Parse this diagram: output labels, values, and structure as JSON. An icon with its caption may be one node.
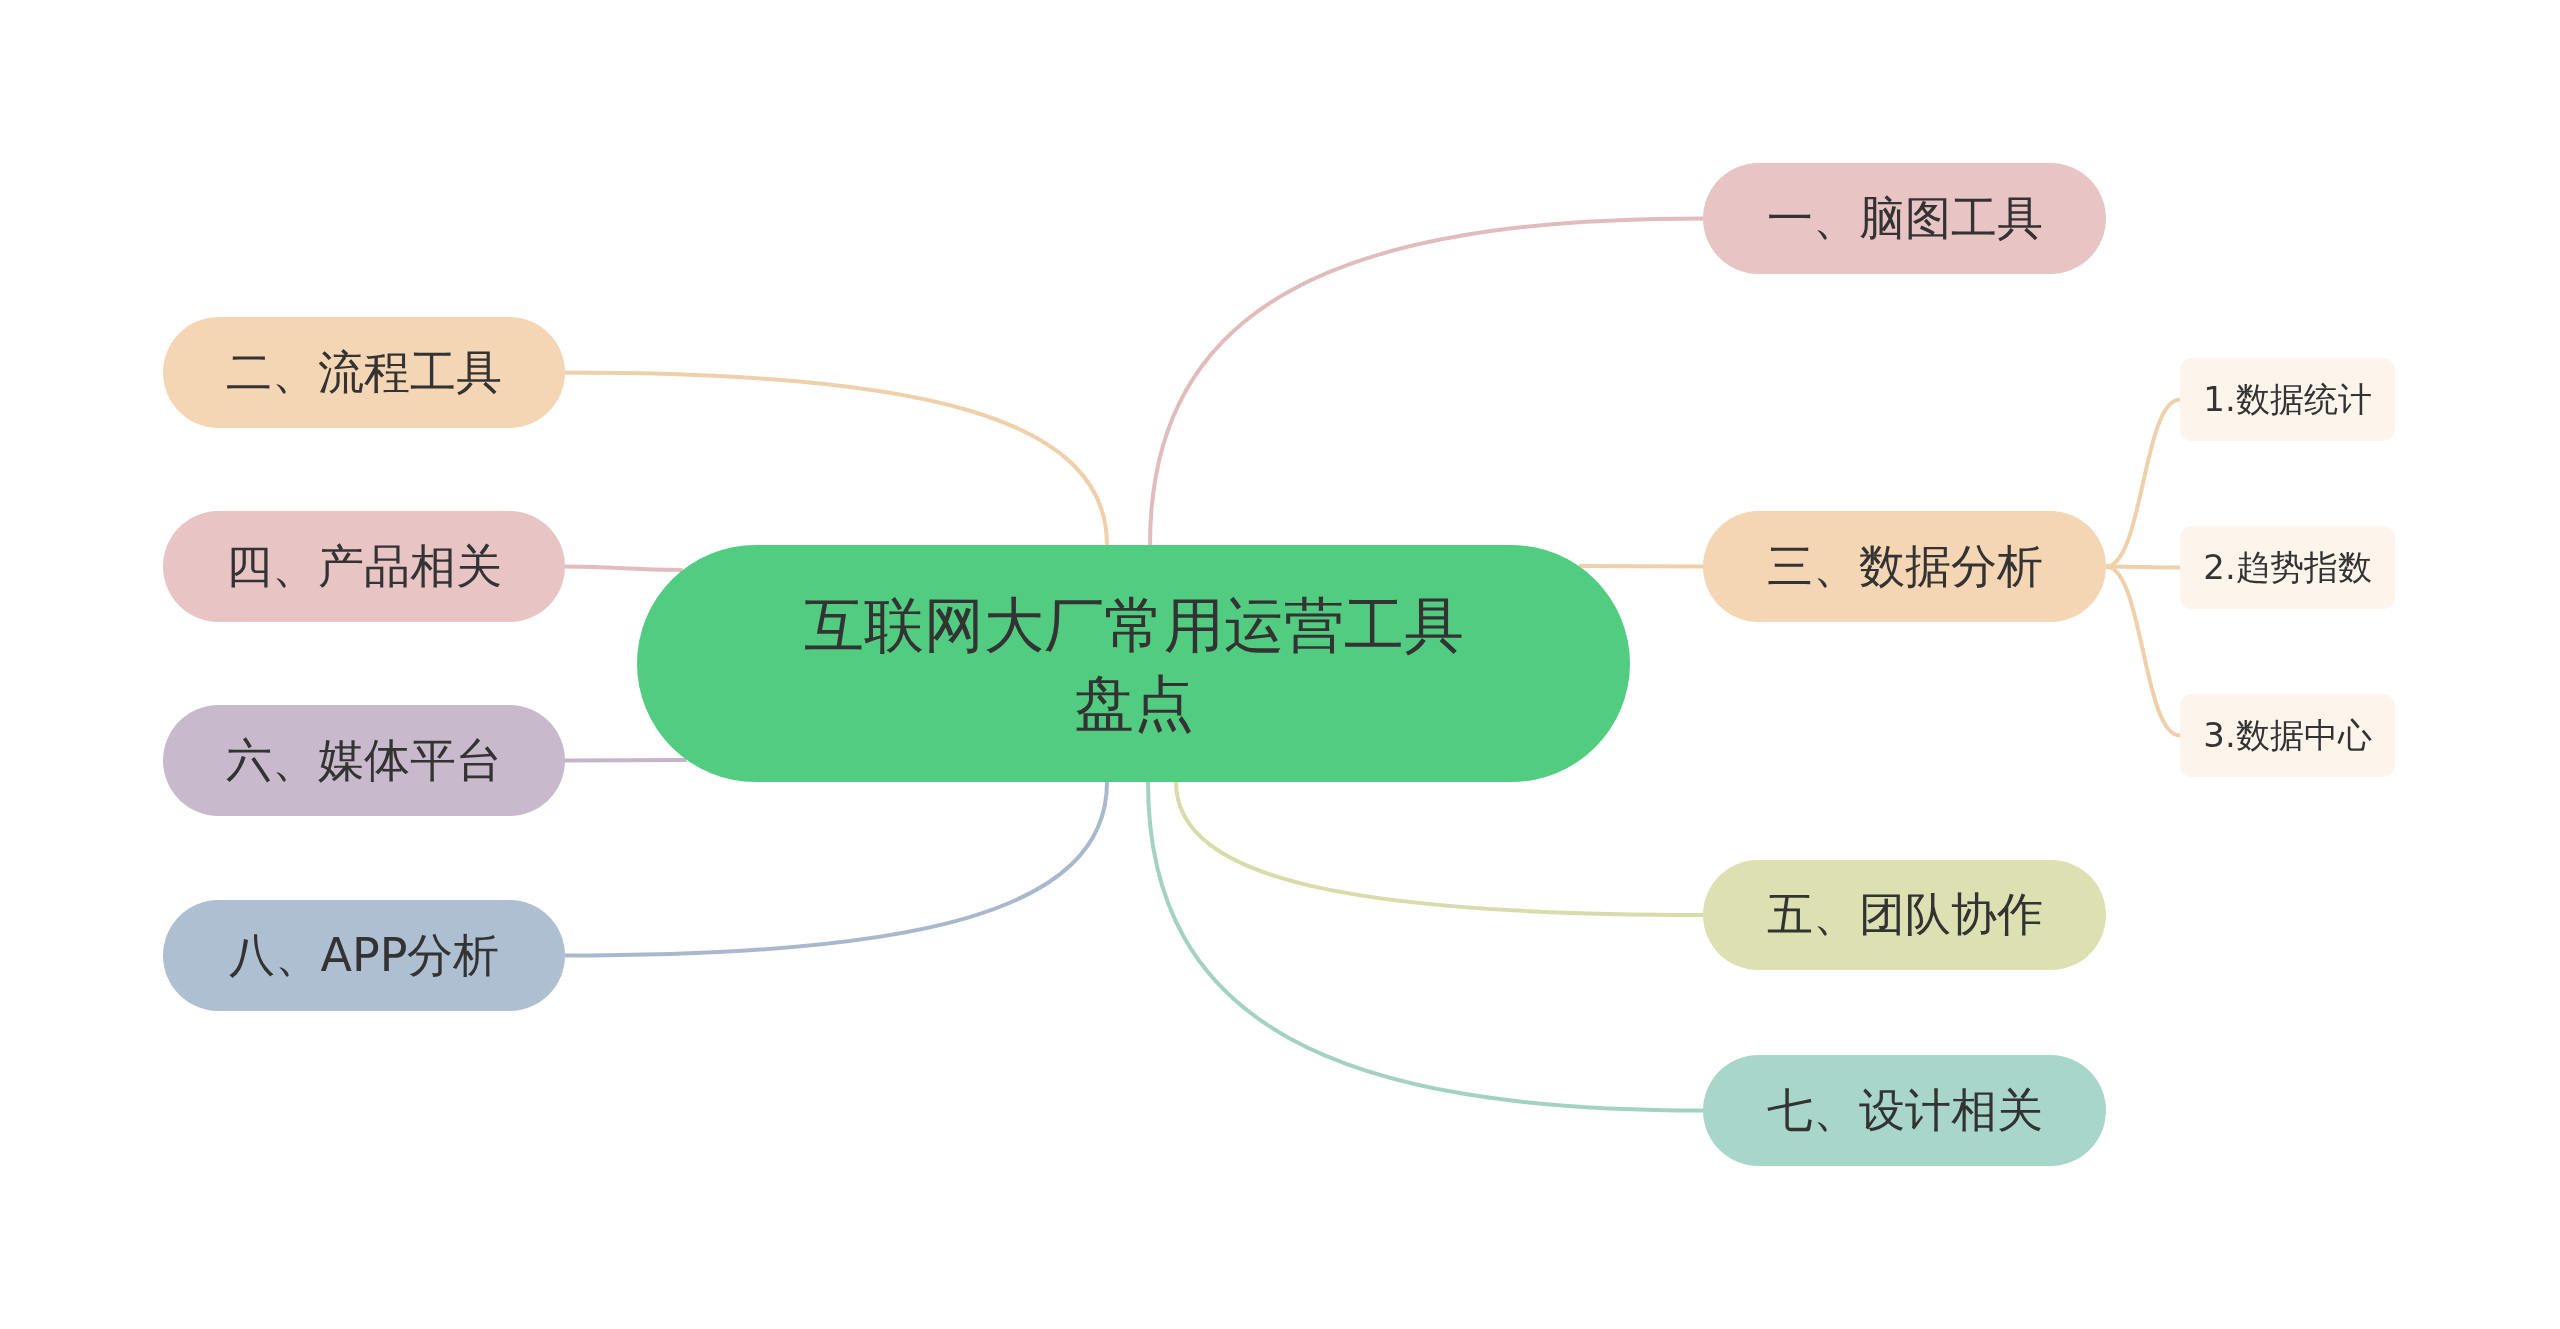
{
  "diagram": {
    "nodes": [
      {
        "text": [
          "互联网大厂常用运营工具盘点"
        ]
      },
      {
        "text": [
          "一、脑图工具"
        ]
      },
      {
        "text": [
          "二、流程工具"
        ]
      },
      {
        "text": [
          "三、数据分析"
        ]
      },
      {
        "text": [
          "1.数据统计"
        ]
      },
      {
        "text": [
          "2.趋势指数"
        ]
      },
      {
        "text": [
          "3.数据中心"
        ]
      },
      {
        "text": [
          "四、产品相关"
        ]
      },
      {
        "text": [
          "五、团队协作"
        ]
      },
      {
        "text": [
          "六、媒体平台"
        ]
      },
      {
        "text": [
          "七、设计相关"
        ]
      },
      {
        "text": [
          "八、APP分析"
        ]
      }
    ],
    "edges": [
      {
        "from": 0,
        "to": 1,
        "arrow": "none",
        "color": "#e2bcbc"
      },
      {
        "from": 0,
        "to": 2,
        "arrow": "none",
        "color": "#f0d0aa"
      },
      {
        "from": 0,
        "to": 3,
        "arrow": "none",
        "color": "#f0d0aa"
      },
      {
        "from": 3,
        "to": 4,
        "arrow": "none",
        "color": "#f0d0aa"
      },
      {
        "from": 3,
        "to": 5,
        "arrow": "none",
        "color": "#f0d0aa"
      },
      {
        "from": 3,
        "to": 6,
        "arrow": "none",
        "color": "#f0d0aa"
      },
      {
        "from": 0,
        "to": 7,
        "arrow": "none",
        "color": "#e2bcbc"
      },
      {
        "from": 0,
        "to": 8,
        "arrow": "none",
        "color": "#d8dcaa"
      },
      {
        "from": 0,
        "to": 9,
        "arrow": "none",
        "color": "#c6b4ca"
      },
      {
        "from": 0,
        "to": 10,
        "arrow": "none",
        "color": "#a3d2c4"
      },
      {
        "from": 0,
        "to": 11,
        "arrow": "none",
        "color": "#a9b9cd"
      }
    ]
  }
}
